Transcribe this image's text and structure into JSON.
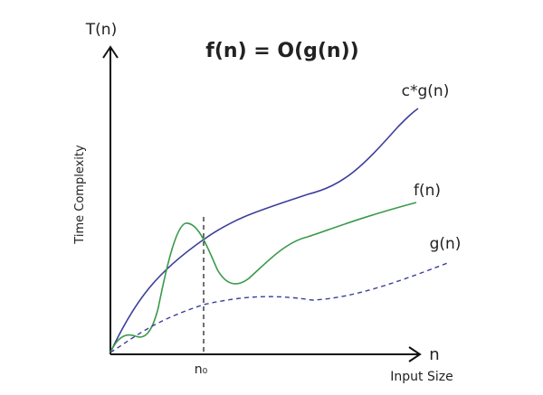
{
  "figure": {
    "title": "f(n) = O(g(n))",
    "y_axis_symbol": "T(n)",
    "x_axis_symbol": "n",
    "y_axis_label": "Time Complexity",
    "x_axis_label": "Input Size",
    "threshold_label": "n₀"
  },
  "curves": [
    {
      "label": "c*g(n)",
      "color": "#3b3f9a",
      "dashed": false
    },
    {
      "label": "f(n)",
      "color": "#3a9a4a",
      "dashed": false
    },
    {
      "label": "g(n)",
      "color": "#3b3f9a",
      "dashed": true
    }
  ],
  "colors": {
    "axis": "#111111",
    "text": "#222222",
    "threshold_line": "#111111"
  }
}
